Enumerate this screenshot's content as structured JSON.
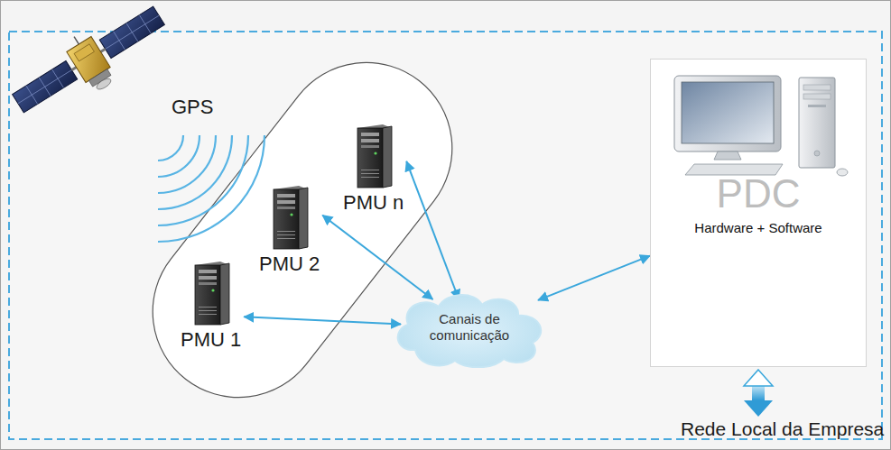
{
  "diagram": {
    "nodes": [
      {
        "text": [
          "PMU 1"
        ]
      },
      {
        "text": [
          "PMU 2"
        ]
      },
      {
        "text": [
          "PMU n"
        ]
      },
      {
        "text": [
          "Canais de comunicação"
        ]
      },
      {
        "text": [
          "PDC",
          "Hardware + Software"
        ]
      },
      {
        "text": [
          "Rede Local da Empresa"
        ]
      }
    ],
    "edges": [
      {
        "from": 0,
        "to": 3,
        "arrow": "both"
      },
      {
        "from": 1,
        "to": 3,
        "arrow": "both"
      },
      {
        "from": 2,
        "to": 3,
        "arrow": "both"
      },
      {
        "from": 3,
        "to": 4,
        "arrow": "both"
      },
      {
        "from": 4,
        "to": 5,
        "arrow": "both"
      }
    ],
    "labels": [
      "GPS"
    ]
  }
}
